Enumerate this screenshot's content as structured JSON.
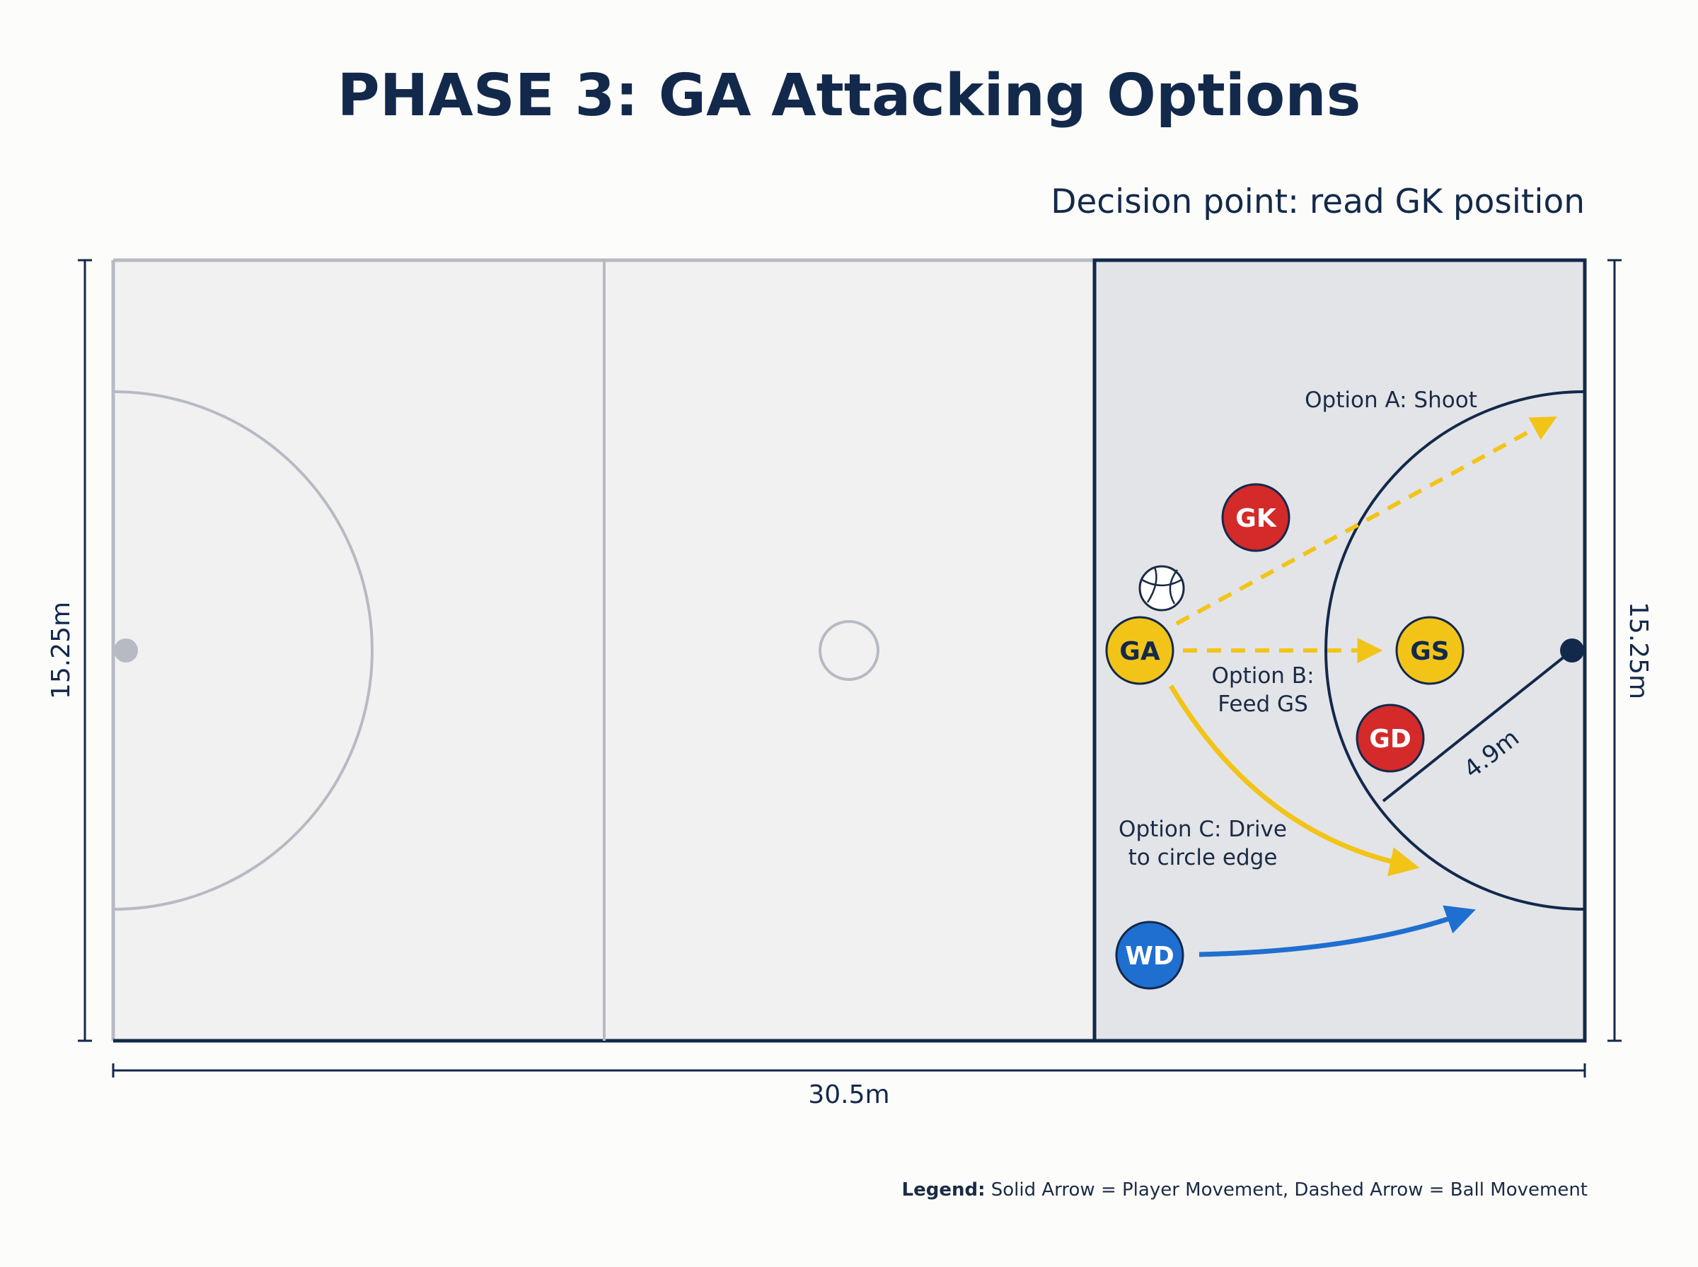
{
  "title": "PHASE 3: GA Attacking Options",
  "subtitle": "Decision point: read GK position",
  "dimensions": {
    "width_label": "30.5m",
    "height_left": "15.25m",
    "height_right": "15.25m",
    "radius_label": "4.9m"
  },
  "players": [
    {
      "id": "GK",
      "label": "GK",
      "team": "defence",
      "color": "#d42a2a"
    },
    {
      "id": "GA",
      "label": "GA",
      "team": "attack",
      "color": "#f2c417"
    },
    {
      "id": "GS",
      "label": "GS",
      "team": "attack",
      "color": "#f2c417"
    },
    {
      "id": "GD",
      "label": "GD",
      "team": "defence",
      "color": "#d42a2a"
    },
    {
      "id": "WD",
      "label": "WD",
      "team": "defence",
      "color": "#1f6fd1"
    }
  ],
  "options": {
    "a": "Option A: Shoot",
    "b_line1": "Option B:",
    "b_line2": "Feed GS",
    "c_line1": "Option C: Drive",
    "c_line2": "to circle edge"
  },
  "legend": {
    "heading": "Legend:",
    "text": "Solid Arrow = Player Movement, Dashed Arrow = Ball Movement"
  },
  "colors": {
    "court_line": "#b7bac3",
    "attack_third_line": "#13294b",
    "attack_third_fill": "#e3e4e8",
    "court_fill": "#f1f1f1",
    "ball_arrow": "#f2c417",
    "player_arrow_blue": "#1f6fd1"
  }
}
